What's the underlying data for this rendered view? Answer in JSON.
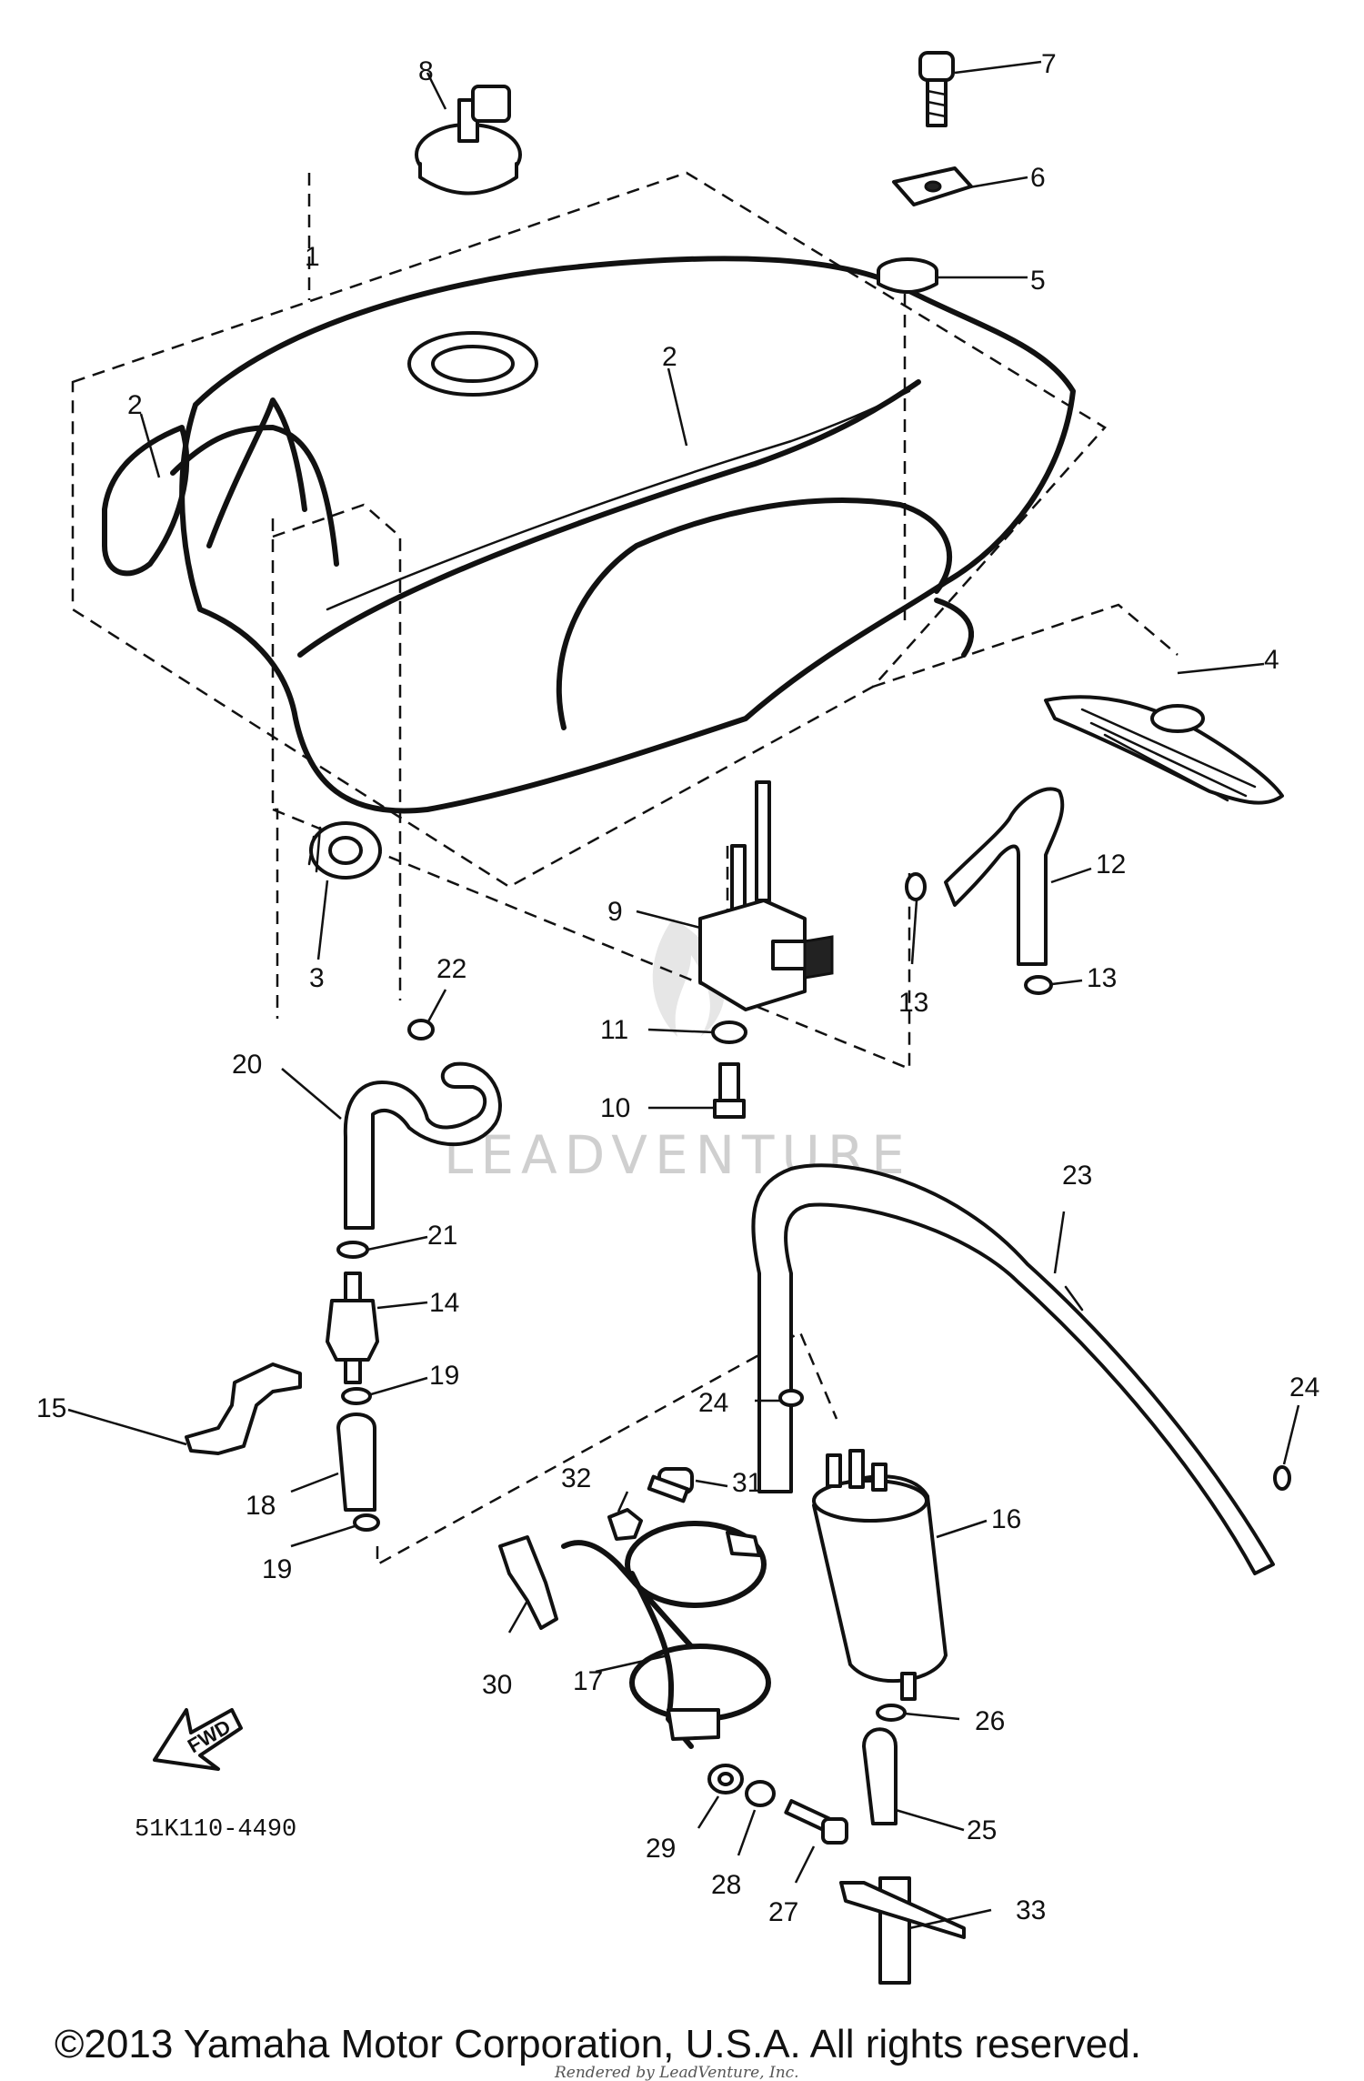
{
  "diagram": {
    "part_code": "51K110-4490",
    "fwd_label": "FWD",
    "watermark": "LEADVENTURE",
    "copyright": "©2013 Yamaha Motor Corporation, U.S.A. All rights reserved.",
    "rendered_by": "Rendered by LeadVenture, Inc.",
    "callouts": {
      "c1": "1",
      "c2a": "2",
      "c2b": "2",
      "c3": "3",
      "c4": "4",
      "c5": "5",
      "c6": "6",
      "c7": "7",
      "c8": "8",
      "c9": "9",
      "c10": "10",
      "c11": "11",
      "c12": "12",
      "c13a": "13",
      "c13b": "13",
      "c14": "14",
      "c15": "15",
      "c16": "16",
      "c17": "17",
      "c18": "18",
      "c19a": "19",
      "c19b": "19",
      "c20": "20",
      "c21": "21",
      "c22": "22",
      "c23": "23",
      "c24a": "24",
      "c24b": "24",
      "c25": "25",
      "c26": "26",
      "c27": "27",
      "c28": "28",
      "c29": "29",
      "c30": "30",
      "c31": "31",
      "c32": "32",
      "c33": "33"
    }
  }
}
